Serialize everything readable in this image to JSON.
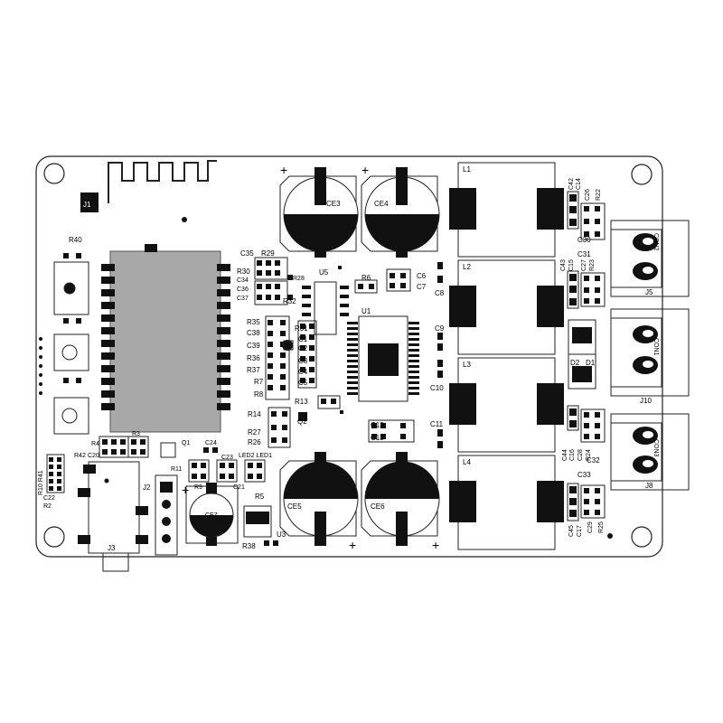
{
  "pcb": {
    "antenna_ref": "J1",
    "polarity_plus": "+",
    "bt_module_label": "",
    "capacitors_electrolytic": [
      {
        "ref": "CE3"
      },
      {
        "ref": "CE4"
      },
      {
        "ref": "CE5"
      },
      {
        "ref": "CE6"
      },
      {
        "ref": "CE7"
      }
    ],
    "inductors": [
      {
        "ref": "L1"
      },
      {
        "ref": "L2"
      },
      {
        "ref": "L3"
      },
      {
        "ref": "L4"
      }
    ],
    "connectors": [
      {
        "ref": "J5",
        "pin_label": "CON2"
      },
      {
        "ref": "J10",
        "pin_label": "CON1"
      },
      {
        "ref": "J8",
        "pin_label": "CON3"
      }
    ],
    "ics": {
      "u1": "U1",
      "u5": "U5",
      "q2": "Q2",
      "u3": "U3",
      "q1": "Q1",
      "d1": "D1",
      "d2": "D2"
    },
    "jacks": {
      "j2": "J2",
      "j3": "J3"
    },
    "leds": "LED2 LED1",
    "left_refs": [
      "R40",
      "R4",
      "C20",
      "R42",
      "R3",
      "C24",
      "C23",
      "R11",
      "C21",
      "R9",
      "R5",
      "R38",
      "C22",
      "R2",
      "R10 R41"
    ],
    "mid_refs": [
      "C35",
      "R29",
      "R30",
      "R28",
      "C34",
      "C36",
      "C37",
      "R32",
      "R35",
      "C38",
      "C39",
      "R36",
      "R37",
      "R7",
      "R8",
      "R31",
      "C1",
      "C2",
      "C3",
      "C4",
      "C5",
      "R13",
      "R14",
      "R27",
      "R26",
      "R6",
      "C6",
      "C7",
      "C8",
      "C9",
      "C10",
      "C11",
      "C12",
      "C13"
    ],
    "right_refs": [
      "C42",
      "C14",
      "C26",
      "R22",
      "C30",
      "C31",
      "C43",
      "C15",
      "C27",
      "R23",
      "C44",
      "C16",
      "C28",
      "R24",
      "C33",
      "C32",
      "C45",
      "C17",
      "C29",
      "R25"
    ]
  }
}
